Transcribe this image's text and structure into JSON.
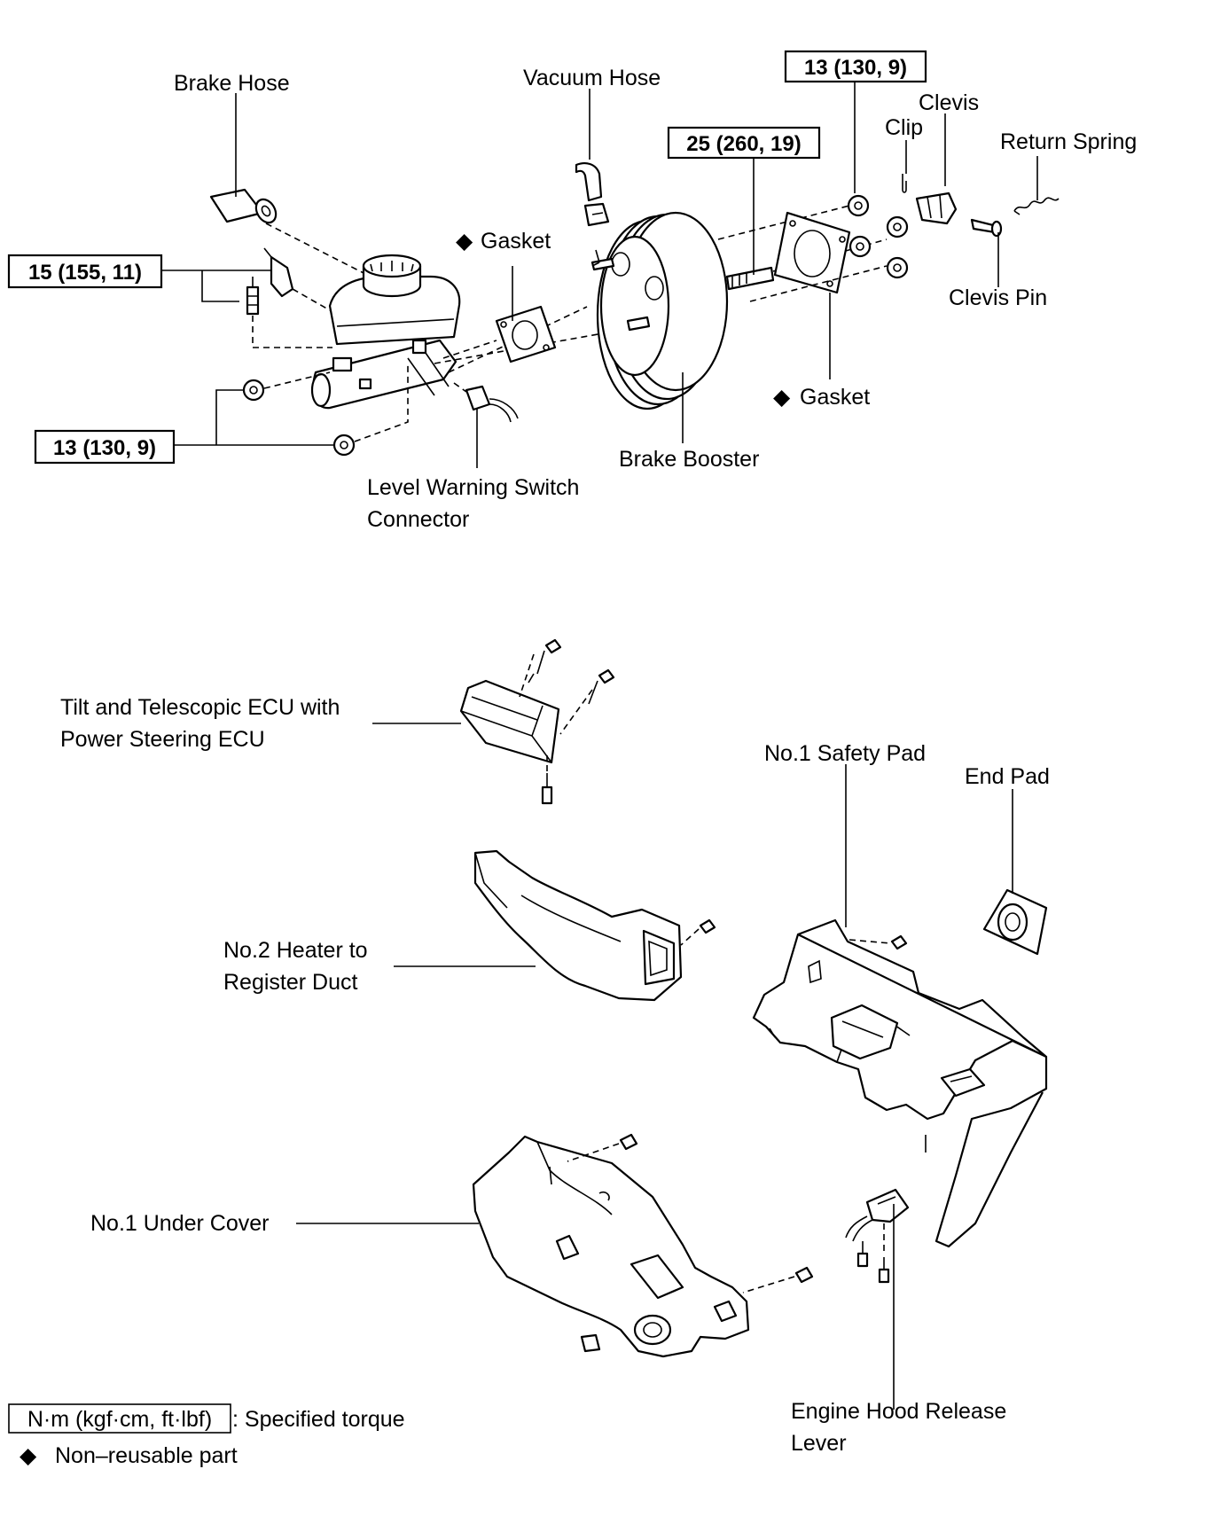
{
  "labels": {
    "brake_hose": "Brake Hose",
    "vacuum_hose": "Vacuum Hose",
    "clevis": "Clevis",
    "clip": "Clip",
    "return_spring": "Return Spring",
    "gasket_front": "Gasket",
    "gasket_rear": "Gasket",
    "clevis_pin": "Clevis Pin",
    "brake_booster": "Brake Booster",
    "level_warning_1": "Level Warning Switch",
    "level_warning_2": "Connector",
    "ecu_1": "Tilt and Telescopic ECU with",
    "ecu_2": "Power Steering ECU",
    "safety_pad": "No.1 Safety Pad",
    "end_pad": "End Pad",
    "heater_duct_1": "No.2 Heater to",
    "heater_duct_2": "Register Duct",
    "under_cover": "No.1 Under Cover",
    "hood_release_1": "Engine Hood Release",
    "hood_release_2": "Lever"
  },
  "torques": {
    "t_top": "13 (130, 9)",
    "t_booster": "25 (260, 19)",
    "t_brake_line": "15 (155, 11)",
    "t_master": "13 (130, 9)"
  },
  "legend": {
    "torque_unit": "N·m (kgf·cm, ft·lbf)",
    "torque_desc": ": Specified torque",
    "nonreusable_desc": "Non–reusable part"
  },
  "symbols": {
    "nonreusable": "◆"
  }
}
